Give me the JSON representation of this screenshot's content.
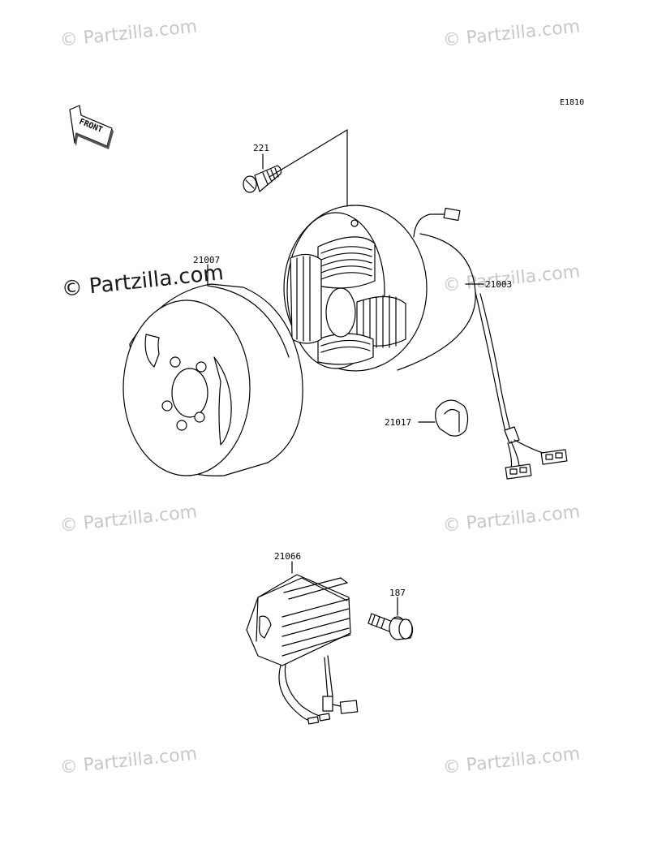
{
  "diagram_code": "E1810",
  "front_label": "FRONT",
  "watermarks": [
    "© Partzilla.com",
    "© Partzilla.com",
    "© Partzilla.com",
    "© Partzilla.com",
    "© Partzilla.com",
    "© Partzilla.com",
    "© Partzilla.com",
    "© Partzilla.com"
  ],
  "parts": [
    {
      "number": "221"
    },
    {
      "number": "21007"
    },
    {
      "number": "21003"
    },
    {
      "number": "21017"
    },
    {
      "number": "21066"
    },
    {
      "number": "187"
    }
  ]
}
